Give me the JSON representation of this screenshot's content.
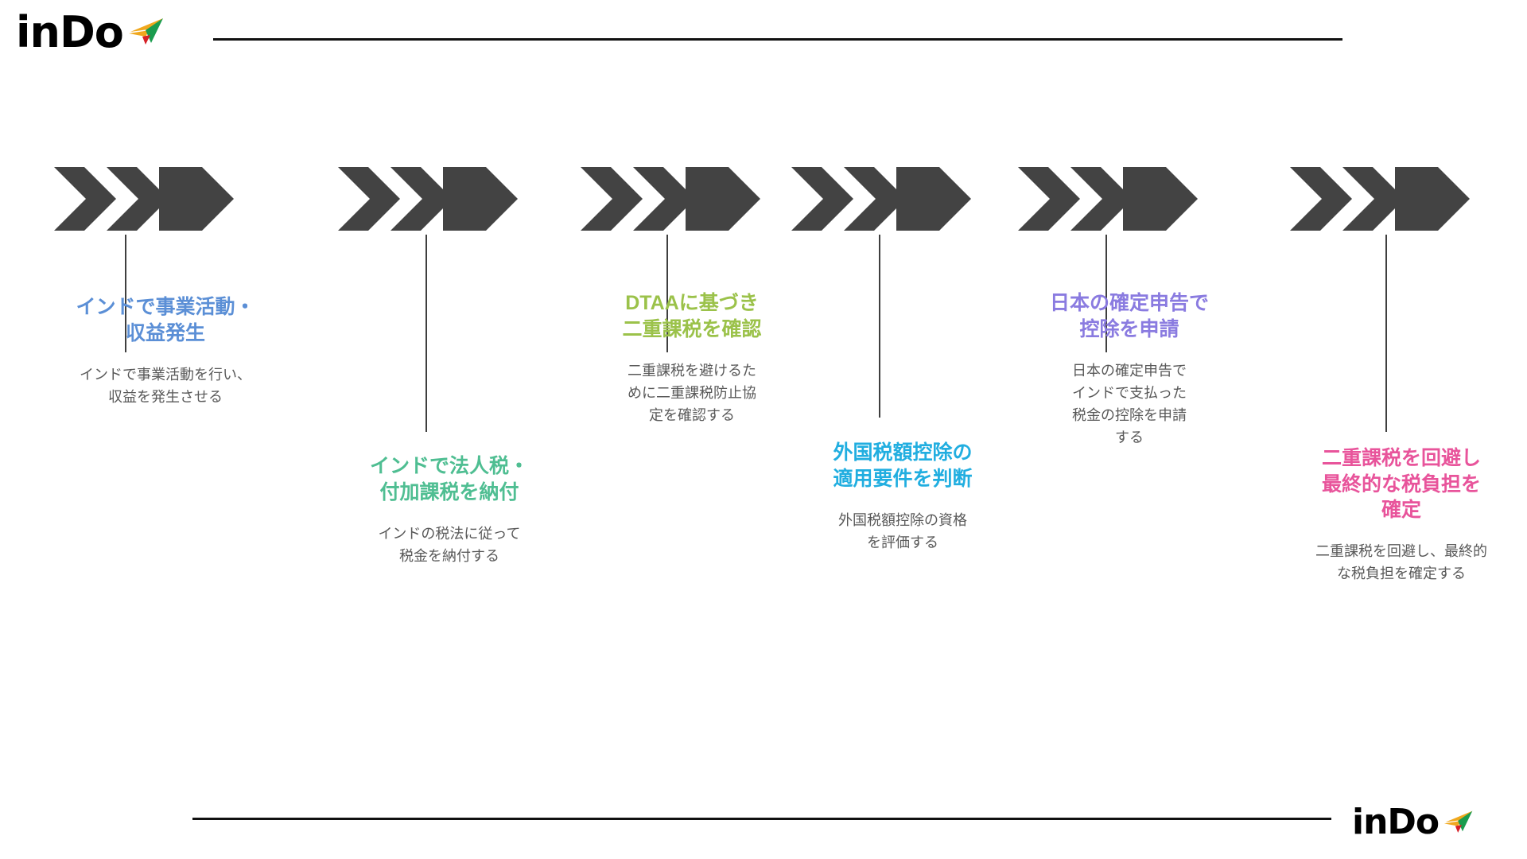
{
  "brand": {
    "name": "inDo",
    "logo_icon": "paper-plane-icon",
    "plane_colors": {
      "orange": "#F0A81E",
      "green": "#1A9C4E",
      "red": "#D62027"
    }
  },
  "diagram": {
    "type": "process-flow",
    "orientation": "horizontal",
    "marker_icon": "triple-chevron-right-icon",
    "marker_color": "#434343",
    "connector_color": "#3f3f3f",
    "steps": [
      {
        "index": 1,
        "title": "インドで事業活動・\n収益発生",
        "title_color": "#5B8FD6",
        "description": "インドで事業活動を行い、\n収益を発生させる"
      },
      {
        "index": 2,
        "title": "インドで法人税・\n付加課税を納付",
        "title_color": "#4FBE92",
        "description": "インドの税法に従って\n税金を納付する"
      },
      {
        "index": 3,
        "title": "DTAAに基づき\n二重課税を確認",
        "title_color": "#9BC24A",
        "description": "二重課税を避けるた\nめに二重課税防止協\n定を確認する"
      },
      {
        "index": 4,
        "title": "外国税額控除の\n適用要件を判断",
        "title_color": "#21AEE0",
        "description": "外国税額控除の資格\nを評価する"
      },
      {
        "index": 5,
        "title": "日本の確定申告で\n控除を申請",
        "title_color": "#8A7BE0",
        "description": "日本の確定申告で\nインドで支払った\n税金の控除を申請\nする"
      },
      {
        "index": 6,
        "title": "二重課税を回避し\n最終的な税負担を\n確定",
        "title_color": "#E8549B",
        "description": "二重課税を回避し、最終的\nな税負担を確定する"
      }
    ]
  }
}
